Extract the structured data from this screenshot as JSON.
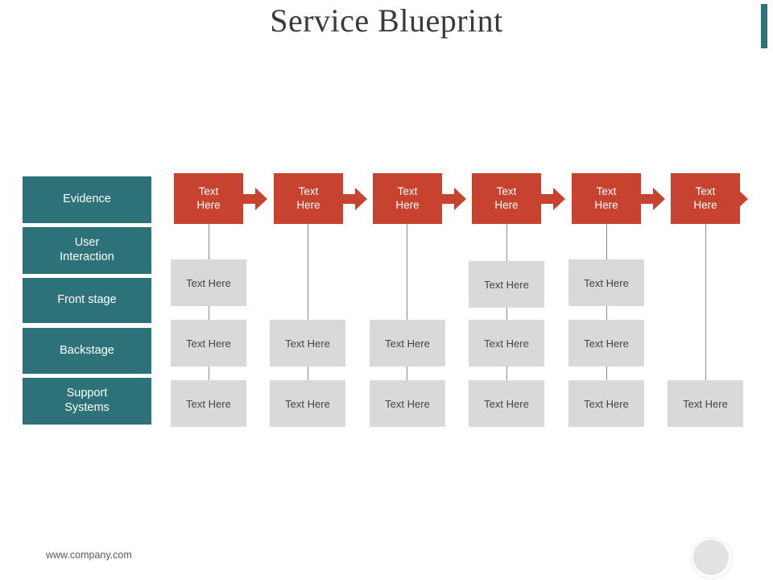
{
  "slide": {
    "title": "Service Blueprint",
    "footer": "www.company.com",
    "accent_color": "#2D7179",
    "process_color": "#C8432F",
    "cell_color": "#D9D9D9",
    "background": "#FFFFFF"
  },
  "stages": [
    {
      "label": "Evidence"
    },
    {
      "label": "User\nInteraction",
      "line1": "User",
      "line2": "Interaction"
    },
    {
      "label": "Front stage"
    },
    {
      "label": "Backstage"
    },
    {
      "label": "Support\nSystems",
      "line1": "Support",
      "line2": "Systems"
    }
  ],
  "process_steps": [
    {
      "line1": "Text",
      "line2": "Here"
    },
    {
      "line1": "Text",
      "line2": "Here"
    },
    {
      "line1": "Text",
      "line2": "Here"
    },
    {
      "line1": "Text",
      "line2": "Here"
    },
    {
      "line1": "Text",
      "line2": "Here"
    },
    {
      "line1": "Text",
      "line2": "Here"
    }
  ],
  "cells": {
    "front_stage": [
      "Text Here",
      "",
      "",
      "Text Here",
      "Text Here",
      ""
    ],
    "backstage": [
      "Text Here",
      "Text Here",
      "Text Here",
      "Text Here",
      "Text Here",
      ""
    ],
    "support_systems": [
      "Text Here",
      "Text Here",
      "Text Here",
      "Text Here",
      "Text Here",
      "Text Here"
    ]
  }
}
